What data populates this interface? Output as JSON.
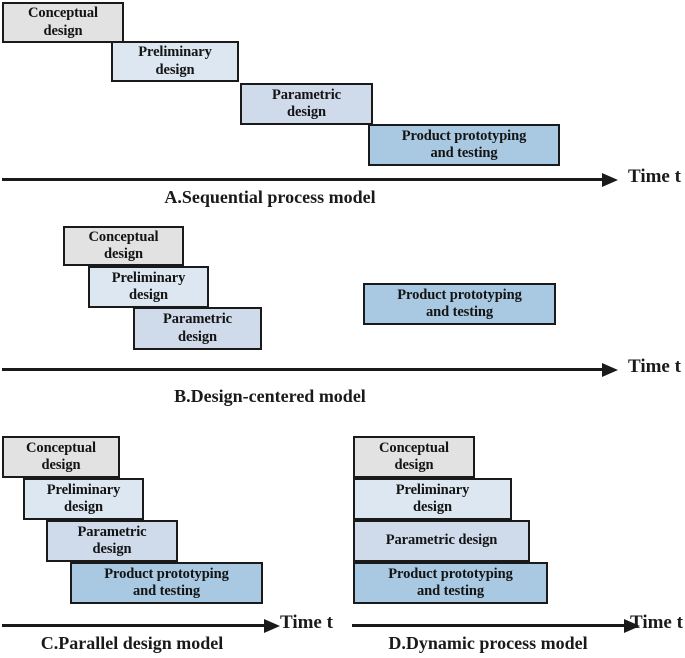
{
  "figure": {
    "title": "Four design process models timeline diagram",
    "time_axis_label": "Time t",
    "colors": {
      "conceptual": "#e2e2e2",
      "preliminary": "#dde7f1",
      "parametric": "#cfdaea",
      "prototype": "#a9c9e2",
      "stroke": "#1a1a1a",
      "background": "#ffffff"
    },
    "stage_names": {
      "conceptual": "Conceptual\ndesign",
      "preliminary": "Preliminary\ndesign",
      "parametric": "Parametric\ndesign",
      "parametric_single_line": "Parametric design",
      "prototype": "Product prototyping\nand testing"
    }
  },
  "panels": [
    {
      "id": "A",
      "caption": "A.Sequential process model",
      "axis_label": "Time t",
      "boxes": [
        {
          "stage": "conceptual",
          "label": "Conceptual\ndesign"
        },
        {
          "stage": "preliminary",
          "label": "Preliminary\ndesign"
        },
        {
          "stage": "parametric",
          "label": "Parametric\ndesign"
        },
        {
          "stage": "prototype",
          "label": "Product prototyping\nand testing"
        }
      ]
    },
    {
      "id": "B",
      "caption": "B.Design-centered model",
      "axis_label": "Time t",
      "boxes": [
        {
          "stage": "conceptual",
          "label": "Conceptual\ndesign"
        },
        {
          "stage": "preliminary",
          "label": "Preliminary\ndesign"
        },
        {
          "stage": "parametric",
          "label": "Parametric\ndesign"
        },
        {
          "stage": "prototype",
          "label": "Product prototyping\nand testing"
        }
      ]
    },
    {
      "id": "C",
      "caption": "C.Parallel design model",
      "axis_label": "Time t",
      "boxes": [
        {
          "stage": "conceptual",
          "label": "Conceptual\ndesign"
        },
        {
          "stage": "preliminary",
          "label": "Preliminary\ndesign"
        },
        {
          "stage": "parametric",
          "label": "Parametric\ndesign"
        },
        {
          "stage": "prototype",
          "label": "Product prototyping\nand testing"
        }
      ]
    },
    {
      "id": "D",
      "caption": "D.Dynamic process model",
      "axis_label": "Time t",
      "boxes": [
        {
          "stage": "conceptual",
          "label": "Conceptual\ndesign"
        },
        {
          "stage": "preliminary",
          "label": "Preliminary\ndesign"
        },
        {
          "stage": "parametric",
          "label": "Parametric design"
        },
        {
          "stage": "prototype",
          "label": "Product prototyping\nand testing"
        }
      ]
    }
  ]
}
